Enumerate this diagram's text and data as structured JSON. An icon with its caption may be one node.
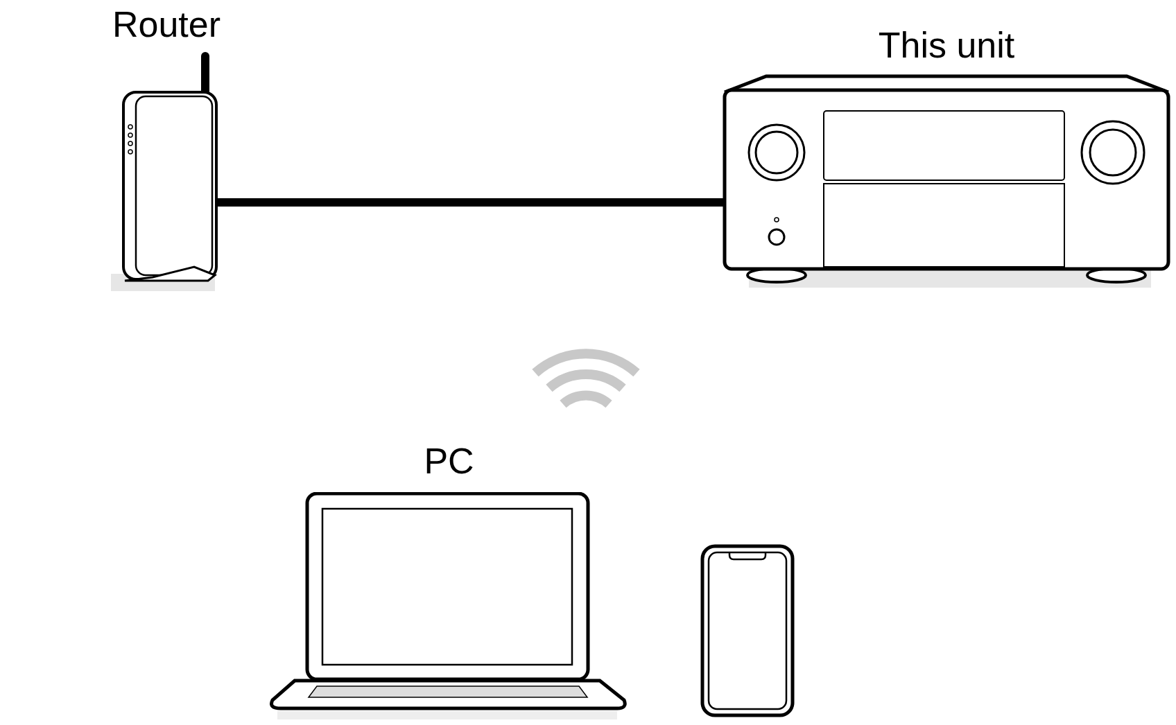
{
  "diagram": {
    "nodes": [
      {
        "text": [
          "Router"
        ]
      },
      {
        "text": [
          "This unit"
        ]
      },
      {
        "text": [
          "PC"
        ]
      },
      {
        "text": [],
        "shape": "picture"
      }
    ],
    "edges": [
      {
        "from": 0,
        "to": 1,
        "arrow": "none"
      }
    ]
  }
}
